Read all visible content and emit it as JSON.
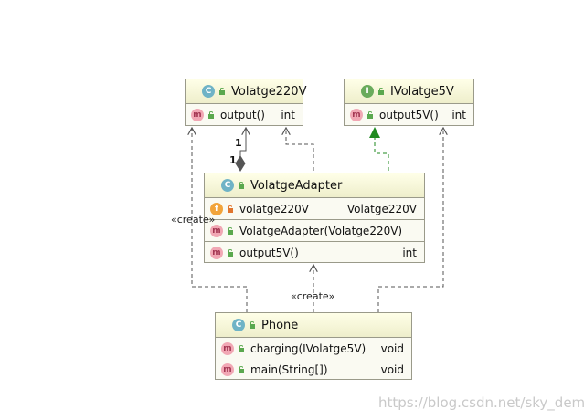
{
  "classes": {
    "volatge220v": {
      "kind": "C",
      "name": "Volatge220V",
      "methods": [
        {
          "kind": "m",
          "name": "output()",
          "type": "int"
        }
      ]
    },
    "ivolatge5v": {
      "kind": "I",
      "name": "IVolatge5V",
      "methods": [
        {
          "kind": "m",
          "name": "output5V()",
          "type": "int"
        }
      ]
    },
    "adapter": {
      "kind": "C",
      "name": "VolatgeAdapter",
      "fields": [
        {
          "kind": "f",
          "name": "volatge220V",
          "type": "Volatge220V"
        }
      ],
      "constructors": [
        {
          "kind": "m",
          "name": "VolatgeAdapter(Volatge220V)",
          "type": ""
        }
      ],
      "methods": [
        {
          "kind": "m",
          "name": "output5V()",
          "type": "int"
        }
      ]
    },
    "phone": {
      "kind": "C",
      "name": "Phone",
      "methods": [
        {
          "kind": "m",
          "name": "charging(IVolatge5V)",
          "type": "void"
        },
        {
          "kind": "m",
          "name": "main(String[])",
          "type": "void"
        }
      ]
    }
  },
  "labels": {
    "create_left": "«create»",
    "create_bottom": "«create»",
    "mult_top": "1",
    "mult_left": "1"
  },
  "watermark": "https://blog.csdn.net/sky_demo",
  "colors": {
    "header": "#eeeecb",
    "border": "#9a9a8a",
    "arrow_dashed": "#555555",
    "implements": "#1f8a1f",
    "watermark": "#c9c9c9"
  }
}
